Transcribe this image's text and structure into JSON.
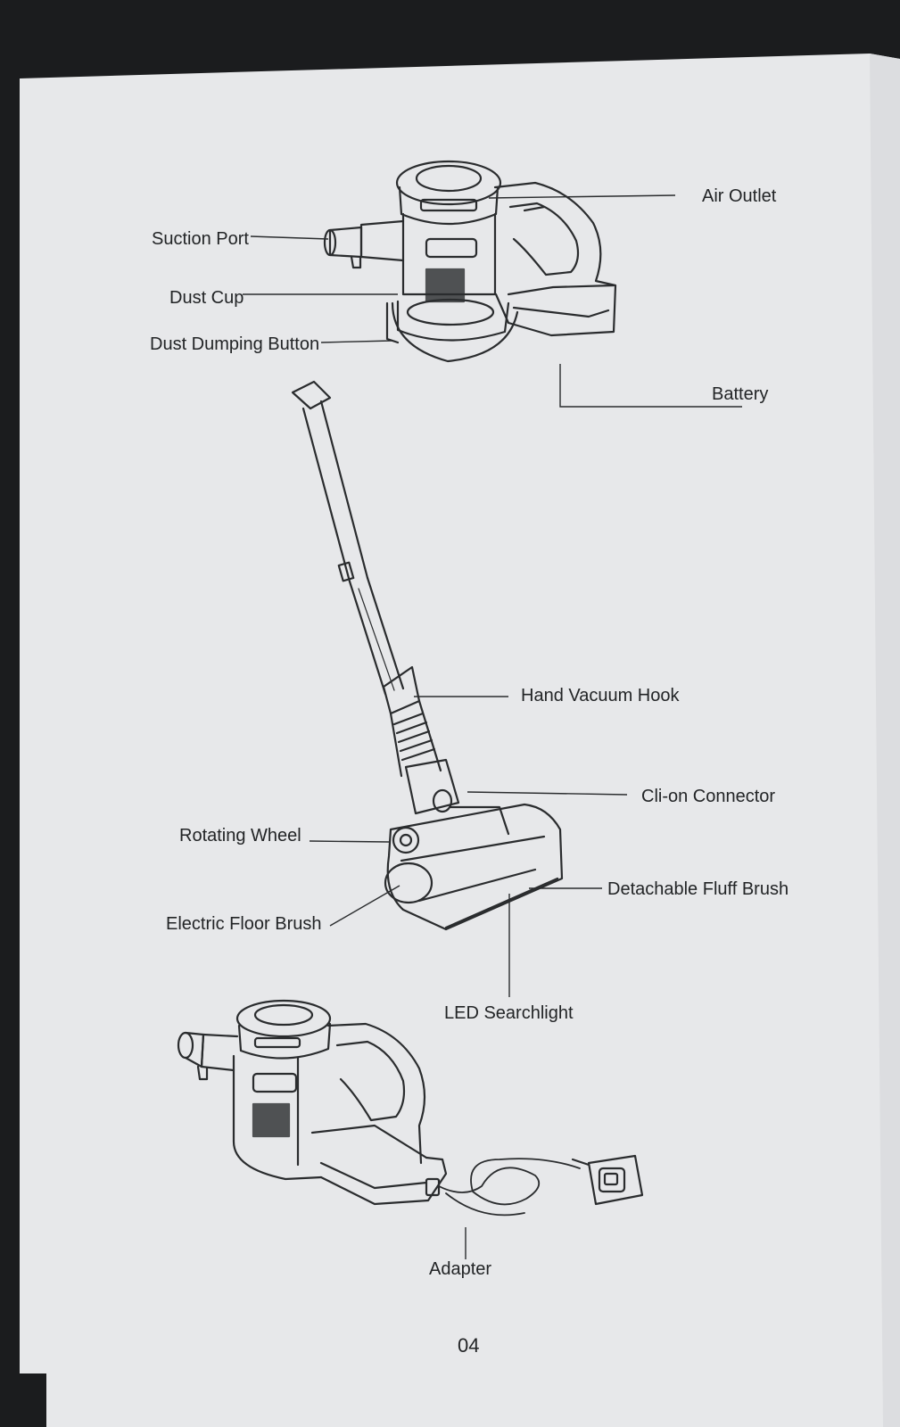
{
  "labels": {
    "air_outlet": "Air Outlet",
    "suction_port": "Suction Port",
    "dust_cup": "Dust Cup",
    "dust_dumping_button": "Dust Dumping Button",
    "battery": "Battery",
    "hand_vacuum_hook": "Hand Vacuum Hook",
    "clip_on_connector": "Cli-on Connector",
    "rotating_wheel": "Rotating Wheel",
    "detachable_fluff_brush": "Detachable Fluff Brush",
    "electric_floor_brush": "Electric Floor Brush",
    "led_searchlight": "LED Searchlight",
    "adapter": "Adapter"
  },
  "page_number": "04",
  "colors": {
    "paper": "#e9eaec",
    "ink": "#222426",
    "background": "#1b1c1e"
  }
}
